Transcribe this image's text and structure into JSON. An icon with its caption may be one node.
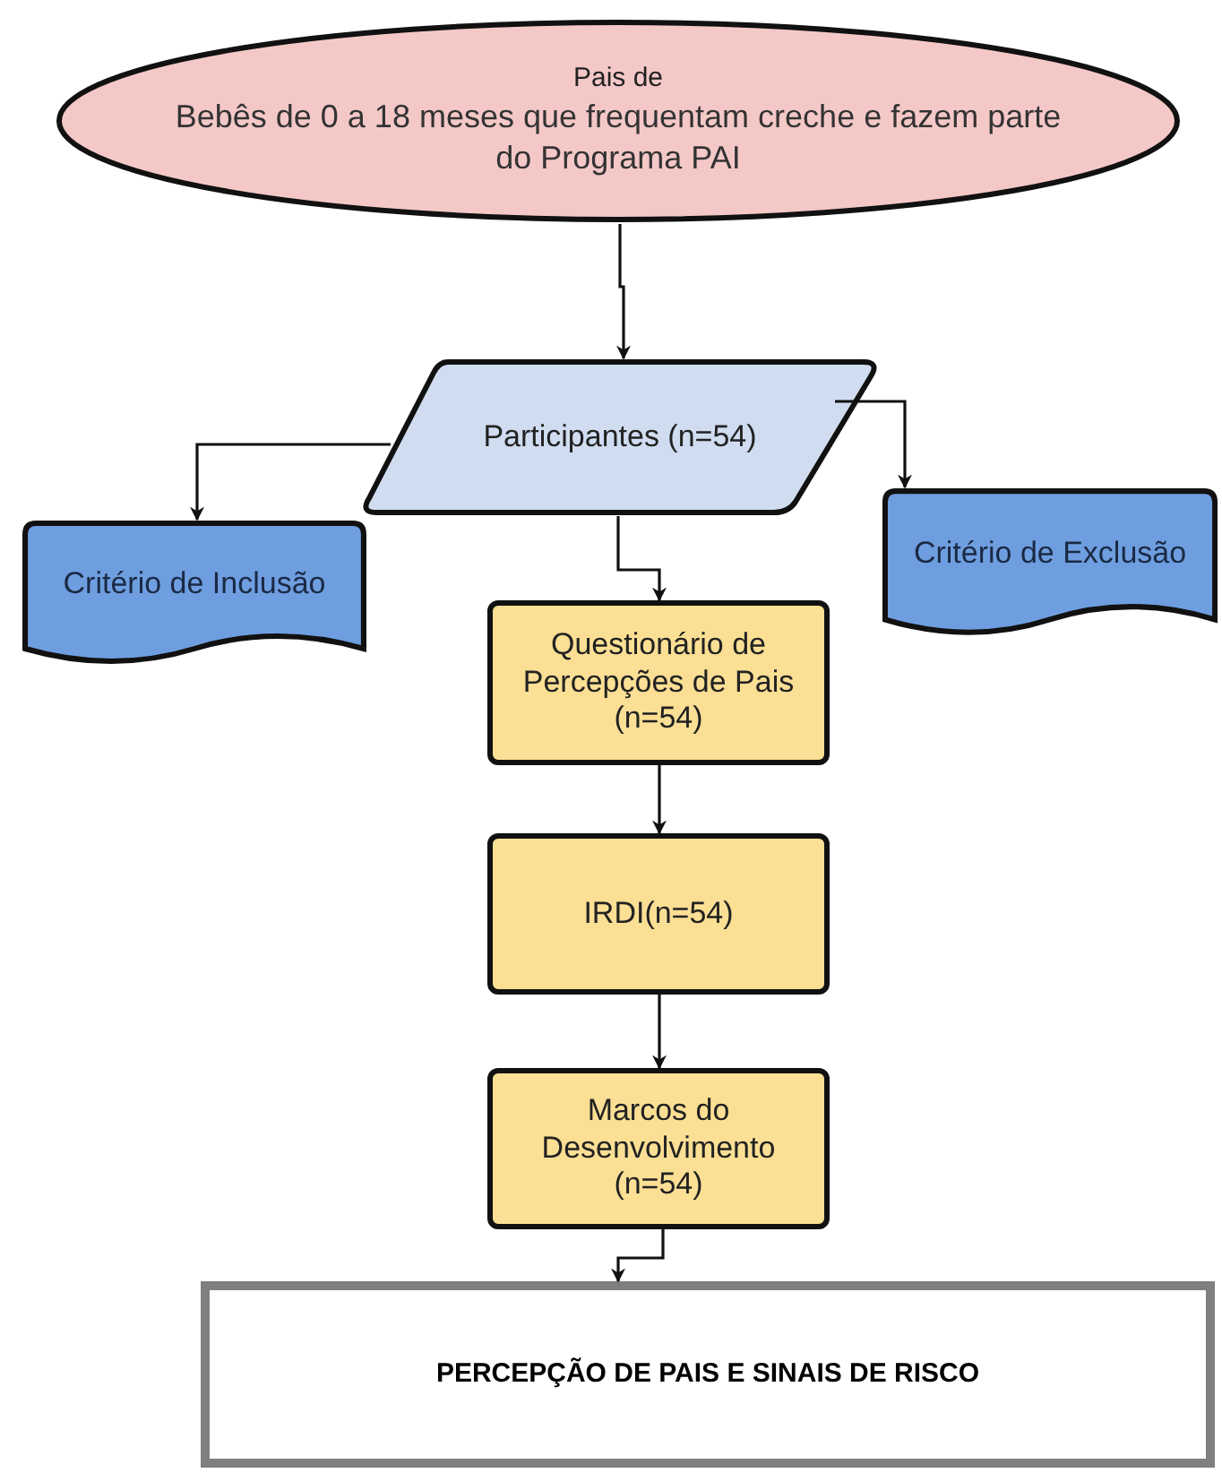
{
  "diagram": {
    "nodes": [
      {
        "text": [
          "Pais de",
          "Bebês de 0 a 18 meses que frequentam creche e fazem parte do Programa PAI"
        ]
      },
      {
        "text": [
          "Participantes (n=54)"
        ]
      },
      {
        "text": [
          "Critério de Inclusão"
        ]
      },
      {
        "text": [
          "Critério de Exclusão"
        ]
      },
      {
        "text": [
          "Questionário de Percepções de Pais (n=54)"
        ]
      },
      {
        "text": [
          "IRDI(n=54)"
        ]
      },
      {
        "text": [
          "Marcos do Desenvolvimento (n=54)"
        ]
      },
      {
        "text": [
          "PERCEPÇÃO DE PAIS E SINAIS DE RISCO"
        ]
      }
    ],
    "edges": [
      {
        "from": 0,
        "to": 1,
        "arrow": "to"
      },
      {
        "from": 1,
        "to": 2,
        "arrow": "to"
      },
      {
        "from": 1,
        "to": 3,
        "arrow": "to"
      },
      {
        "from": 1,
        "to": 4,
        "arrow": "to"
      },
      {
        "from": 4,
        "to": 5,
        "arrow": "to"
      },
      {
        "from": 5,
        "to": 6,
        "arrow": "to"
      },
      {
        "from": 6,
        "to": 7,
        "arrow": "to"
      }
    ]
  }
}
